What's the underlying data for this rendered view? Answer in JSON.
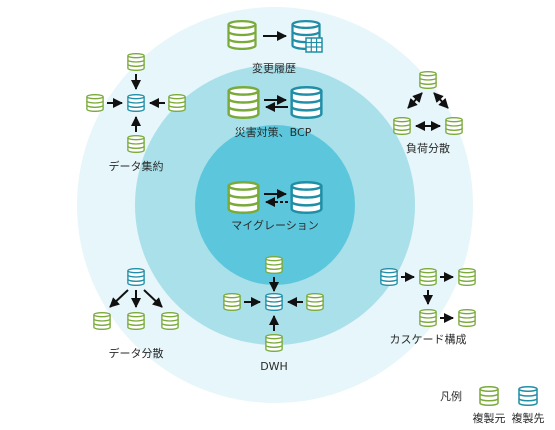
{
  "colors": {
    "outer_ring": "#e6f6fa",
    "middle_ring": "#a9e0ea",
    "inner_circle": "#5cc7dc",
    "source_db": "#7aaa3a",
    "destination_db": "#1f8ea6",
    "arrow": "#111111"
  },
  "labels": {
    "change_history": "変更履歴",
    "disaster_bcp": "災害対策、BCP",
    "migration": "マイグレーション",
    "dwh": "DWH",
    "data_aggregation": "データ集約",
    "load_balancing": "負荷分散",
    "data_distribution": "データ分散",
    "cascade": "カスケード構成"
  },
  "legend": {
    "title": "凡例",
    "source": "複製元",
    "destination": "複製先"
  }
}
